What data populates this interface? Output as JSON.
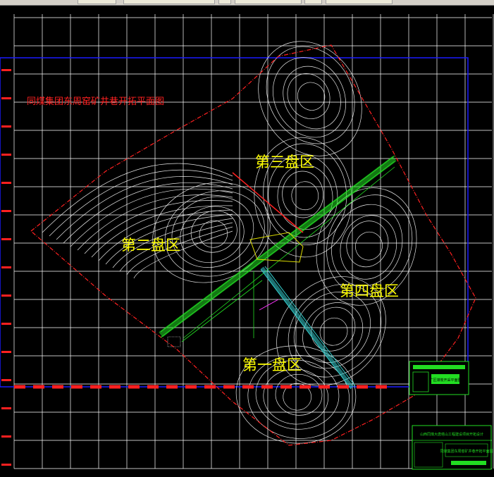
{
  "drawing": {
    "title": "同煤集团东周窑矿井巷开拓平面图",
    "zones": [
      {
        "label": "第三盘区"
      },
      {
        "label": "第二盘区"
      },
      {
        "label": "第四盘区"
      },
      {
        "label": "第一盘区"
      }
    ]
  },
  "colors": {
    "background": "#000000",
    "grid": "#ffffff",
    "boundary_red": "#ff2020",
    "frame_blue": "#1a1aff",
    "zone_label": "#ffff00",
    "title_red": "#ff2020",
    "main_roadway": "#22dd22",
    "cyan_roadway": "#33cccc",
    "contours": "#ffffff"
  },
  "title_block_a": {
    "header": "",
    "caption": "扩区煤炭开采平面图"
  },
  "title_block_b": {
    "header": "山西同煤大唐塔山工程建设项目开拓设计",
    "caption": "同煤集团东周窑矿井巷开拓平面图"
  },
  "icons": [
    "toolbar-button-icon"
  ]
}
